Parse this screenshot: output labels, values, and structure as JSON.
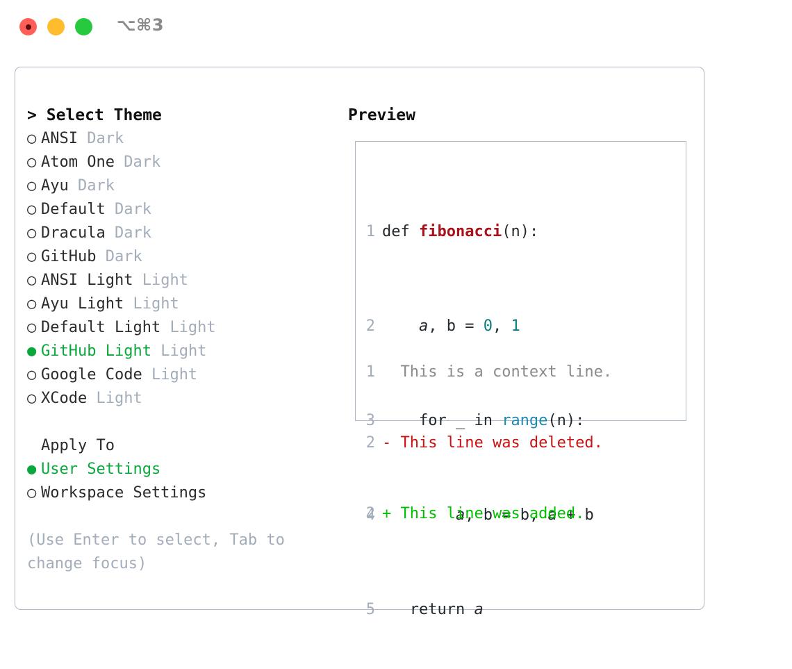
{
  "window": {
    "shortcut": "⌥⌘3",
    "traffic_lights": [
      {
        "name": "close",
        "color": "#ff5f56"
      },
      {
        "name": "minimize",
        "color": "#ffbd2e"
      },
      {
        "name": "maximize",
        "color": "#27c93f"
      }
    ]
  },
  "theme_picker": {
    "caret": ">",
    "title": "Select Theme",
    "marker_unselected": "○",
    "marker_selected": "●",
    "items": [
      {
        "label": "ANSI",
        "tag": "Dark",
        "selected": false
      },
      {
        "label": "Atom One",
        "tag": "Dark",
        "selected": false
      },
      {
        "label": "Ayu",
        "tag": "Dark",
        "selected": false
      },
      {
        "label": "Default",
        "tag": "Dark",
        "selected": false
      },
      {
        "label": "Dracula",
        "tag": "Dark",
        "selected": false
      },
      {
        "label": "GitHub",
        "tag": "Dark",
        "selected": false
      },
      {
        "label": "ANSI Light",
        "tag": "Light",
        "selected": false
      },
      {
        "label": "Ayu Light",
        "tag": "Light",
        "selected": false
      },
      {
        "label": "Default Light",
        "tag": "Light",
        "selected": false
      },
      {
        "label": "GitHub Light",
        "tag": "Light",
        "selected": true
      },
      {
        "label": "Google Code",
        "tag": "Light",
        "selected": false
      },
      {
        "label": "XCode",
        "tag": "Light",
        "selected": false
      }
    ]
  },
  "apply_to": {
    "title": "Apply To",
    "items": [
      {
        "label": "User Settings",
        "selected": true
      },
      {
        "label": "Workspace Settings",
        "selected": false
      }
    ]
  },
  "hint": "(Use Enter to select, Tab to change focus)",
  "preview": {
    "title": "Preview",
    "code_lines": [
      {
        "num": "1",
        "tokens": [
          {
            "t": "def ",
            "c": "kw"
          },
          {
            "t": "fibonacci",
            "c": "fn"
          },
          {
            "t": "(n):",
            "c": "plain"
          }
        ]
      },
      {
        "num": "2",
        "tokens": [
          {
            "t": "    ",
            "c": "plain"
          },
          {
            "t": "a",
            "c": "var"
          },
          {
            "t": ", ",
            "c": "plain"
          },
          {
            "t": "b",
            "c": "plain"
          },
          {
            "t": " = ",
            "c": "plain"
          },
          {
            "t": "0",
            "c": "num"
          },
          {
            "t": ", ",
            "c": "plain"
          },
          {
            "t": "1",
            "c": "num"
          }
        ]
      },
      {
        "num": "3",
        "tokens": [
          {
            "t": "    for _ in ",
            "c": "kw"
          },
          {
            "t": "range",
            "c": "builtin"
          },
          {
            "t": "(n):",
            "c": "plain"
          }
        ]
      },
      {
        "num": "4",
        "tokens": [
          {
            "t": "        ",
            "c": "plain"
          },
          {
            "t": "a",
            "c": "var"
          },
          {
            "t": ", ",
            "c": "plain"
          },
          {
            "t": "b",
            "c": "plain"
          },
          {
            "t": " = ",
            "c": "plain"
          },
          {
            "t": "b",
            "c": "plain"
          },
          {
            "t": ", ",
            "c": "plain"
          },
          {
            "t": "a",
            "c": "var"
          },
          {
            "t": " + ",
            "c": "plain"
          },
          {
            "t": "b",
            "c": "plain"
          }
        ]
      },
      {
        "num": "5",
        "tokens": [
          {
            "t": "   return ",
            "c": "kw"
          },
          {
            "t": "a",
            "c": "var"
          }
        ]
      }
    ],
    "diff_lines": [
      {
        "num": "1",
        "marker": "  ",
        "text": "This is a context line.",
        "kind": "ctx"
      },
      {
        "num": "2",
        "marker": "- ",
        "text": "This line was deleted.",
        "kind": "del"
      },
      {
        "num": "2",
        "marker": "+ ",
        "text": "This line was added.",
        "kind": "add"
      }
    ]
  },
  "colors": {
    "accent_green": "#0aa83c",
    "muted_gray": "#a3adba",
    "border": "#aeb7c4",
    "diff_add": "#00c000",
    "diff_del": "#cc1111",
    "code_fn": "#a8121b",
    "code_num": "#0a7d7d",
    "code_builtin": "#1e88b5"
  }
}
